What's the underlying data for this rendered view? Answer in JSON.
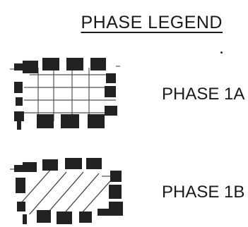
{
  "legend": {
    "title": "PHASE LEGEND",
    "items": [
      {
        "label": "PHASE 1A",
        "pattern": "grid"
      },
      {
        "label": "PHASE 1B",
        "pattern": "diagonal-hatch"
      }
    ]
  },
  "colors": {
    "ink": "#1a1a1a",
    "block": "#222222",
    "background": "#ffffff"
  }
}
